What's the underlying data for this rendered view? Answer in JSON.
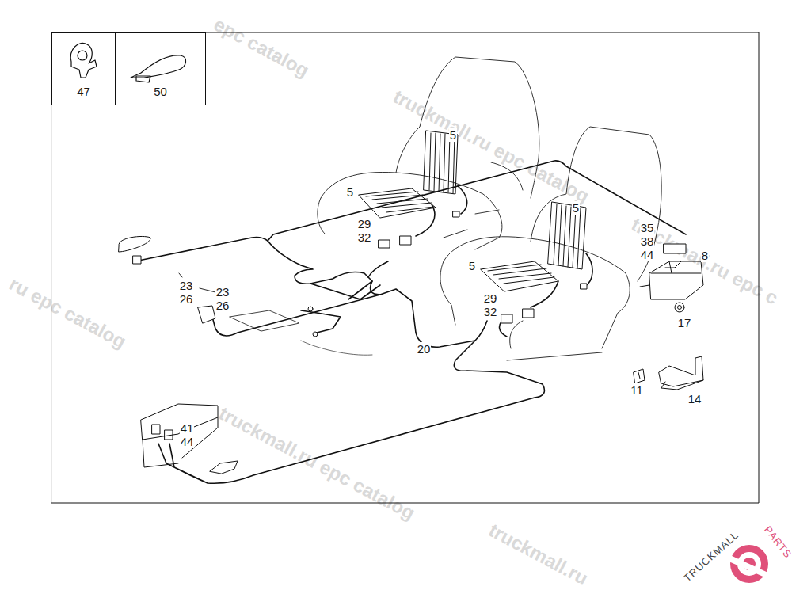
{
  "diagram": {
    "nodes": [
      {
        "text": [
          "47"
        ]
      },
      {
        "text": [
          "50"
        ]
      }
    ],
    "labels": [
      "5",
      "5",
      "29",
      "32",
      "5",
      "35",
      "38",
      "44",
      "5",
      "8",
      "23",
      "23",
      "26",
      "26",
      "29",
      "32",
      "17",
      "20",
      "11",
      "14",
      "41",
      "44",
      "epc catalog",
      "truckmall.ru epc catalog",
      "ru epc catalog",
      "truckmall.ru epc catalog",
      "truckmall.ru epc c",
      "truckmall.ru",
      "TRUCKMALL",
      "PARTS"
    ]
  }
}
